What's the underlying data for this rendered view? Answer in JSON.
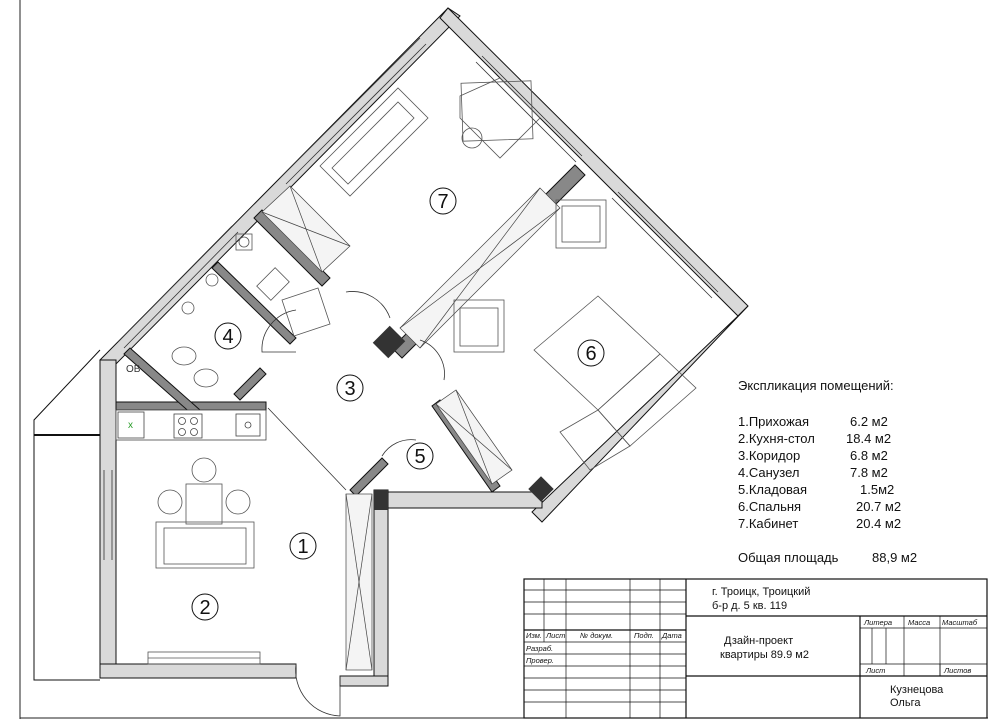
{
  "rooms": [
    {
      "num": "1"
    },
    {
      "num": "2"
    },
    {
      "num": "3"
    },
    {
      "num": "4"
    },
    {
      "num": "5"
    },
    {
      "num": "6"
    },
    {
      "num": "7"
    }
  ],
  "explication": {
    "title": "Экспликация помещений:",
    "items": [
      {
        "name": "1.Прихожая",
        "area": "6.2 м2"
      },
      {
        "name": "2.Кухня-стол",
        "area": "18.4 м2"
      },
      {
        "name": "3.Коридор",
        "area": "6.8 м2"
      },
      {
        "name": "4.Санузел",
        "area": "7.8 м2"
      },
      {
        "name": "5.Кладовая",
        "area": "1.5м2"
      },
      {
        "name": "6.Спальня",
        "area": "20.7 м2"
      },
      {
        "name": "7.Кабинет",
        "area": "20.4 м2"
      }
    ],
    "total_label": "Общая площадь",
    "total_value": "88,9 м2"
  },
  "stamp": {
    "address_line1": "г. Троицк, Троицкий",
    "address_line2": "б-р д. 5 кв. 119",
    "project_line1": "Дзайн-проект",
    "project_line2": "квартиры 89.9 м2",
    "author_line1": "Кузнецова",
    "author_line2": "Ольга",
    "col_izm": "Изм.",
    "col_list": "Лист",
    "col_doc": "№ докум.",
    "col_podp": "Подп.",
    "col_data": "Дата",
    "row_razrab": "Разраб.",
    "row_prover": "Провер.",
    "litera": "Литера",
    "massa": "Масса",
    "masshtab": "Масштаб",
    "list": "Лист",
    "listov": "Листов"
  },
  "fixtures": {
    "bath_label": "ОВ",
    "stove_mark": "x"
  }
}
